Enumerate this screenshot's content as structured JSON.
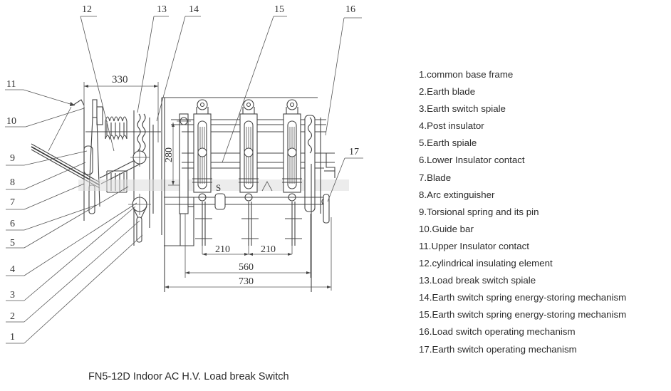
{
  "title": "FN5-12D Indoor AC H.V. Load break Switch",
  "callouts": [
    "1",
    "2",
    "3",
    "4",
    "5",
    "6",
    "7",
    "8",
    "9",
    "10",
    "11",
    "12",
    "13",
    "14",
    "15",
    "16",
    "17"
  ],
  "dimensions": {
    "width_330": "330",
    "height_280": "280",
    "pitch_left": "210",
    "pitch_right": "210",
    "span_560": "560",
    "overall_730": "730"
  },
  "legend": [
    "1.common base frame",
    "2.Earth blade",
    "3.Earth switch spiale",
    "4.Post insulator",
    "5.Earth spiale",
    "6.Lower Insulator contact",
    "7.Blade",
    "8.Arc extinguisher",
    "9.Torsional spring and its pin",
    "10.Guide bar",
    "11.Upper Insulator contact",
    "12.cylindrical insulating element",
    "13.Load break switch spiale",
    "14.Earth switch spring energy-storing mechanism",
    "15.Earth switch spring energy-storing mechanism",
    "16.Load switch operating mechanism",
    "17.Earth switch operating mechanism"
  ]
}
